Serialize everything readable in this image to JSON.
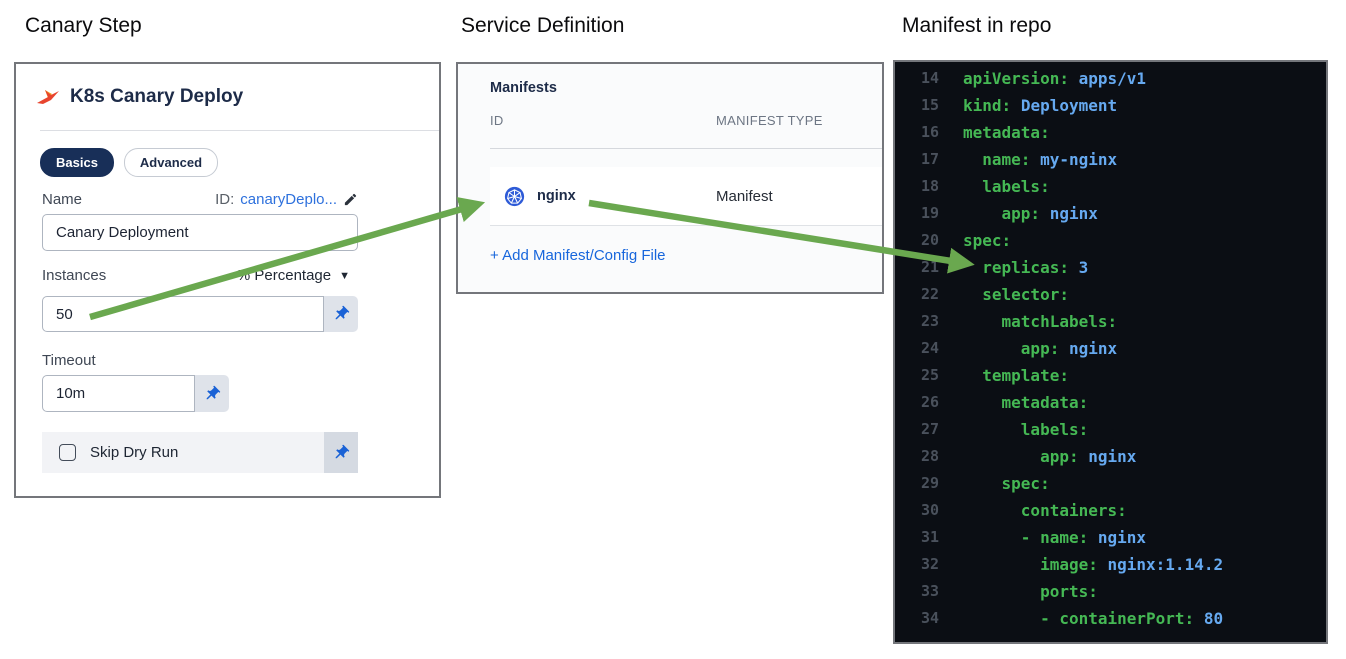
{
  "panels": {
    "canary_step": {
      "title": "Canary Step",
      "header": "K8s Canary Deploy",
      "tabs": [
        {
          "label": "Basics",
          "active": true
        },
        {
          "label": "Advanced",
          "active": false
        }
      ],
      "name_label": "Name",
      "id_prefix": "ID:",
      "id_value": "canaryDeplo...",
      "name_value": "Canary Deployment",
      "instances_label": "Instances",
      "instances_unit": "% Percentage",
      "instances_value": "50",
      "timeout_label": "Timeout",
      "timeout_value": "10m",
      "skip_dry_run_label": "Skip Dry Run"
    },
    "service_definition": {
      "title": "Service Definition",
      "section_title": "Manifests",
      "columns": {
        "id": "ID",
        "type": "MANIFEST TYPE"
      },
      "rows": [
        {
          "id": "nginx",
          "type": "Manifest"
        }
      ],
      "add_link": "+ Add Manifest/Config File"
    },
    "manifest_repo": {
      "title": "Manifest in repo",
      "lines": [
        {
          "num": "14",
          "indent": 0,
          "dash": false,
          "key": "apiVersion",
          "value": "apps/v1"
        },
        {
          "num": "15",
          "indent": 0,
          "dash": false,
          "key": "kind",
          "value": "Deployment"
        },
        {
          "num": "16",
          "indent": 0,
          "dash": false,
          "key": "metadata",
          "value": ""
        },
        {
          "num": "17",
          "indent": 2,
          "dash": false,
          "key": "name",
          "value": "my-nginx"
        },
        {
          "num": "18",
          "indent": 2,
          "dash": false,
          "key": "labels",
          "value": ""
        },
        {
          "num": "19",
          "indent": 4,
          "dash": false,
          "key": "app",
          "value": "nginx"
        },
        {
          "num": "20",
          "indent": 0,
          "dash": false,
          "key": "spec",
          "value": ""
        },
        {
          "num": "21",
          "indent": 2,
          "dash": false,
          "key": "replicas",
          "value": "3"
        },
        {
          "num": "22",
          "indent": 2,
          "dash": false,
          "key": "selector",
          "value": ""
        },
        {
          "num": "23",
          "indent": 4,
          "dash": false,
          "key": "matchLabels",
          "value": ""
        },
        {
          "num": "24",
          "indent": 6,
          "dash": false,
          "key": "app",
          "value": "nginx"
        },
        {
          "num": "25",
          "indent": 2,
          "dash": false,
          "key": "template",
          "value": ""
        },
        {
          "num": "26",
          "indent": 4,
          "dash": false,
          "key": "metadata",
          "value": ""
        },
        {
          "num": "27",
          "indent": 6,
          "dash": false,
          "key": "labels",
          "value": ""
        },
        {
          "num": "28",
          "indent": 8,
          "dash": false,
          "key": "app",
          "value": "nginx"
        },
        {
          "num": "29",
          "indent": 4,
          "dash": false,
          "key": "spec",
          "value": ""
        },
        {
          "num": "30",
          "indent": 6,
          "dash": false,
          "key": "containers",
          "value": ""
        },
        {
          "num": "31",
          "indent": 6,
          "dash": true,
          "key": "name",
          "value": "nginx"
        },
        {
          "num": "32",
          "indent": 8,
          "dash": false,
          "key": "image",
          "value": "nginx:1.14.2"
        },
        {
          "num": "33",
          "indent": 8,
          "dash": false,
          "key": "ports",
          "value": ""
        },
        {
          "num": "34",
          "indent": 8,
          "dash": true,
          "key": "containerPort",
          "value": "80"
        }
      ]
    }
  },
  "icons": {
    "canary_bird": "canary-bird-icon",
    "edit_pencil": "edit-pencil-icon",
    "pin": "pin-icon",
    "kubernetes": "kubernetes-icon",
    "caret_down": "chevron-down-icon"
  },
  "colors": {
    "arrow_green": "#6aa84f",
    "pill_active_bg": "#182f58",
    "link_blue": "#2e71dd",
    "add_link_blue": "#1766dc",
    "pin_blue": "#1a62d6",
    "k8s_blue": "#2e5bd7",
    "code_bg": "#0b0e14",
    "code_key_green": "#45b854",
    "code_value_blue": "#66a9f0",
    "code_line_number": "#4a515c"
  }
}
